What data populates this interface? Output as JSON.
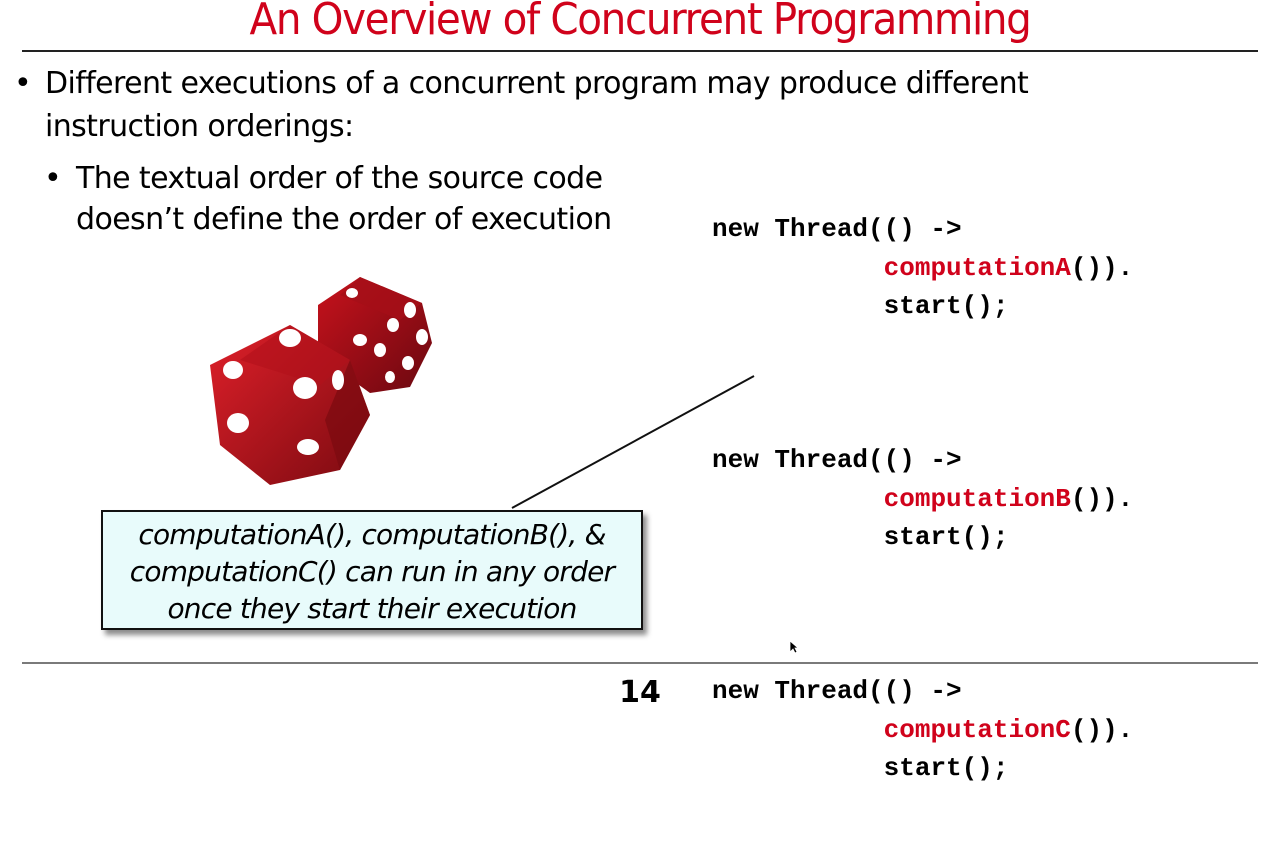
{
  "slide": {
    "title": "An Overview of Concurrent Programming",
    "bullets": [
      {
        "level": 1,
        "marker": "•",
        "lines": [
          "Different executions of a concurrent program may produce different",
          "instruction orderings:"
        ]
      },
      {
        "level": 2,
        "marker": "•",
        "lines": [
          "The textual order of the source code",
          "doesn’t define the order of execution"
        ]
      }
    ],
    "code_blocks": [
      {
        "line1": "new Thread(() ->",
        "indent": "           ",
        "computation": "computationA",
        "after": "()).",
        "start": "start();"
      },
      {
        "line1": "new Thread(() ->",
        "indent": "           ",
        "computation": "computationB",
        "after": "()).",
        "start": "start();"
      },
      {
        "line1": "new Thread(() ->",
        "indent": "           ",
        "computation": "computationC",
        "after": "()).",
        "start": "start();"
      }
    ],
    "callout": {
      "lines": [
        "computationA(), computationB(), &",
        "computationC() can run in any order",
        "once they start their execution"
      ]
    },
    "image": {
      "icon": "dice-icon",
      "description": "Two red translucent dice"
    },
    "page_number": "14",
    "colors": {
      "title": "#d0021b",
      "code_highlight": "#d0021b",
      "callout_background": "#e8fbfb"
    }
  }
}
